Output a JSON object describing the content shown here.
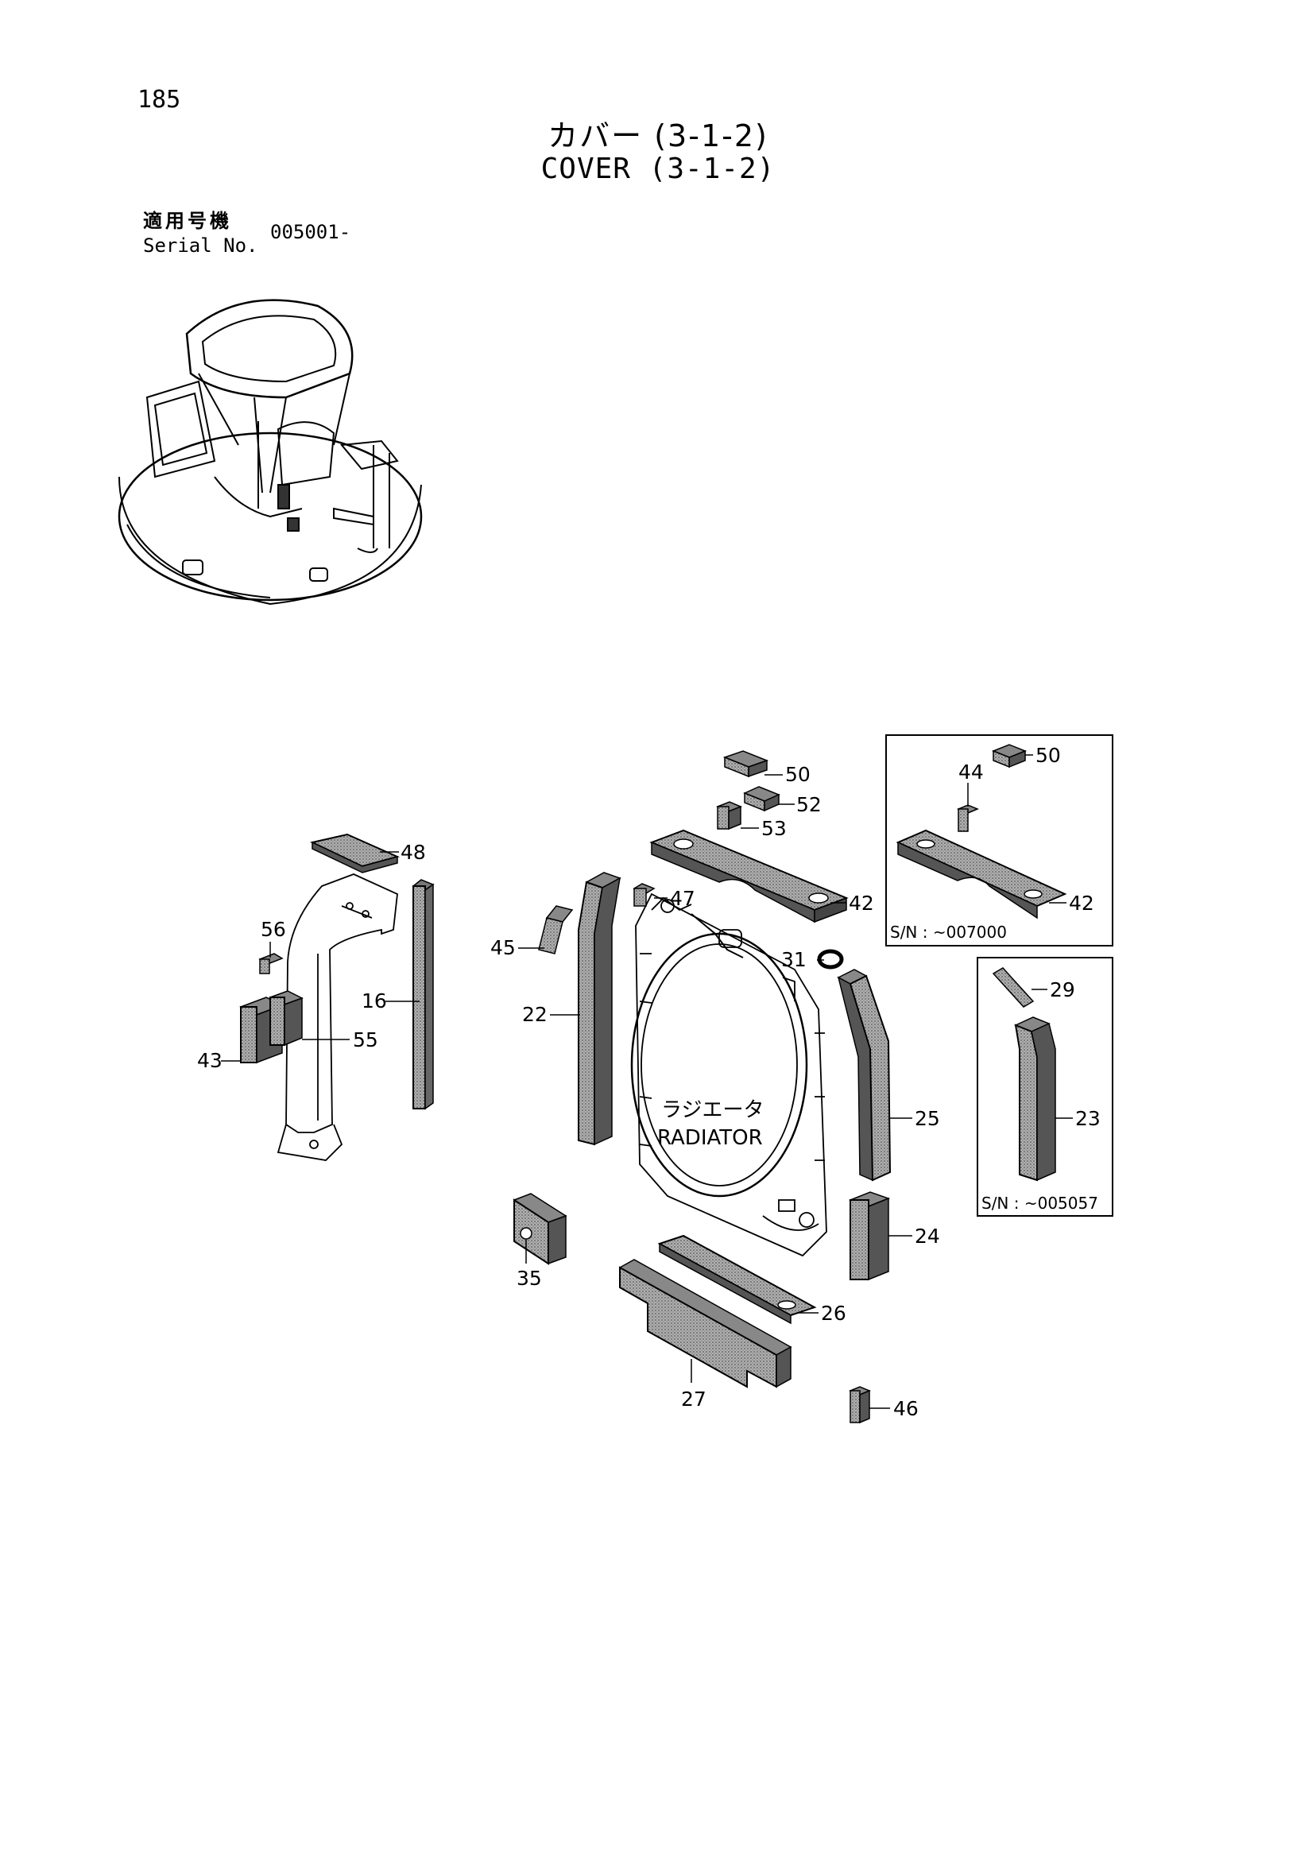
{
  "page_number": "185",
  "title": {
    "jp": "カバー (3-1-2)",
    "en": "COVER (3-1-2)"
  },
  "serial": {
    "label_jp": "適用号機",
    "label_en": "Serial No.",
    "value": "005001-"
  },
  "radiator_label": {
    "jp": "ラジエータ",
    "en": "RADIATOR"
  },
  "callouts": [
    "48",
    "56",
    "16",
    "55",
    "43",
    "50",
    "52",
    "53",
    "47",
    "45",
    "42",
    "31",
    "22",
    "25",
    "24",
    "35",
    "26",
    "27",
    "46"
  ],
  "insets": [
    {
      "serial": "S/N : ~007000",
      "callouts": [
        "44",
        "50",
        "42"
      ]
    },
    {
      "serial": "S/N : ~005057",
      "callouts": [
        "29",
        "23"
      ]
    }
  ],
  "colors": {
    "ink": "#000000",
    "foam": "#9a9a9a",
    "background": "#ffffff"
  }
}
